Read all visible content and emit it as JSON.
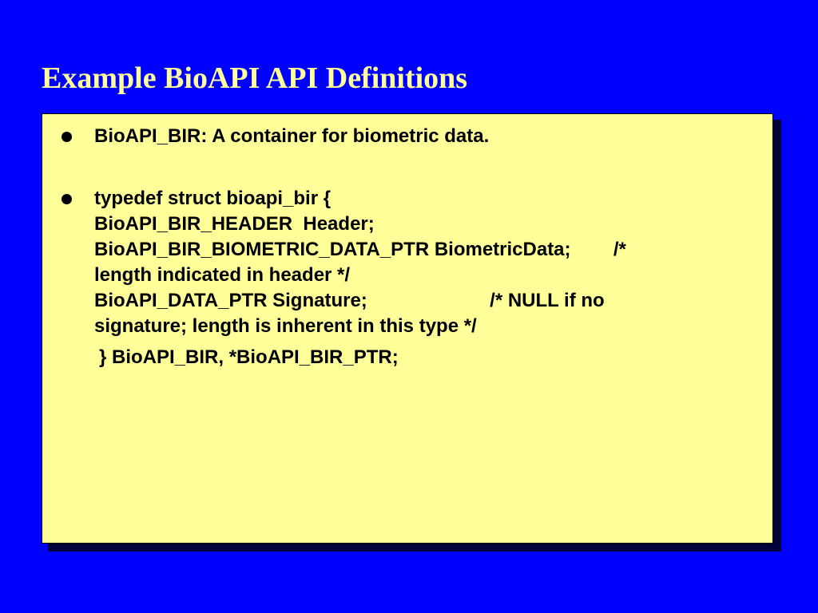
{
  "slide": {
    "title": "Example BioAPI API Definitions",
    "bullets": [
      {
        "lines": [
          "BioAPI_BIR: A container for biometric data."
        ]
      },
      {
        "lines": [
          "typedef struct bioapi_bir {",
          "BioAPI_BIR_HEADER  Header;",
          "BioAPI_BIR_BIOMETRIC_DATA_PTR BiometricData;        /*",
          "length indicated in header */",
          "BioAPI_DATA_PTR Signature;                       /* NULL if no",
          "signature; length is inherent in this type */"
        ]
      }
    ],
    "closing_line": "} BioAPI_BIR, *BioAPI_BIR_PTR;"
  },
  "colors": {
    "background": "#0000ff",
    "title": "#ffff99",
    "content_box": "#ffff99",
    "shadow": "#00003a",
    "text": "#000000"
  }
}
